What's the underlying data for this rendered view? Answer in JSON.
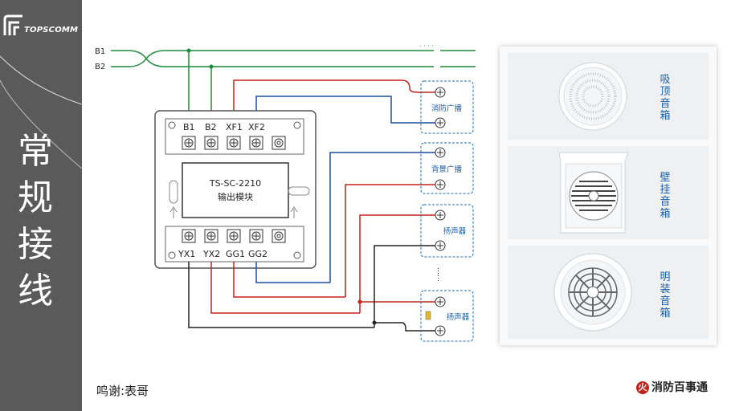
{
  "title": "常规接线",
  "logo": {
    "brand": "TOPSCOMM"
  },
  "bus_labels": {
    "b1": "B1",
    "b2": "B2"
  },
  "module": {
    "top_terminals": [
      "B1",
      "B2",
      "XF1",
      "XF2"
    ],
    "bottom_terminals": [
      "YX1",
      "YX2",
      "GG1",
      "GG2"
    ],
    "model": "TS-SC-2210",
    "name": "输出模块"
  },
  "loads": {
    "fire_broadcast": "消防广播",
    "background_broadcast": "背景广播",
    "speaker_1": "扬声器",
    "dots": "……",
    "speaker_2": "扬声器"
  },
  "speaker_cards": [
    {
      "label": "吸顶音箱"
    },
    {
      "label": "壁挂音箱"
    },
    {
      "label": "明装音箱"
    }
  ],
  "credit": "鸣谢:表哥",
  "brand_right": "消防百事通",
  "colors": {
    "green": "#1e8a3c",
    "red": "#c0251b",
    "blue": "#1f4fa0",
    "black": "#222222",
    "dash": "#1f6db0",
    "band": "#5a5a5a"
  }
}
